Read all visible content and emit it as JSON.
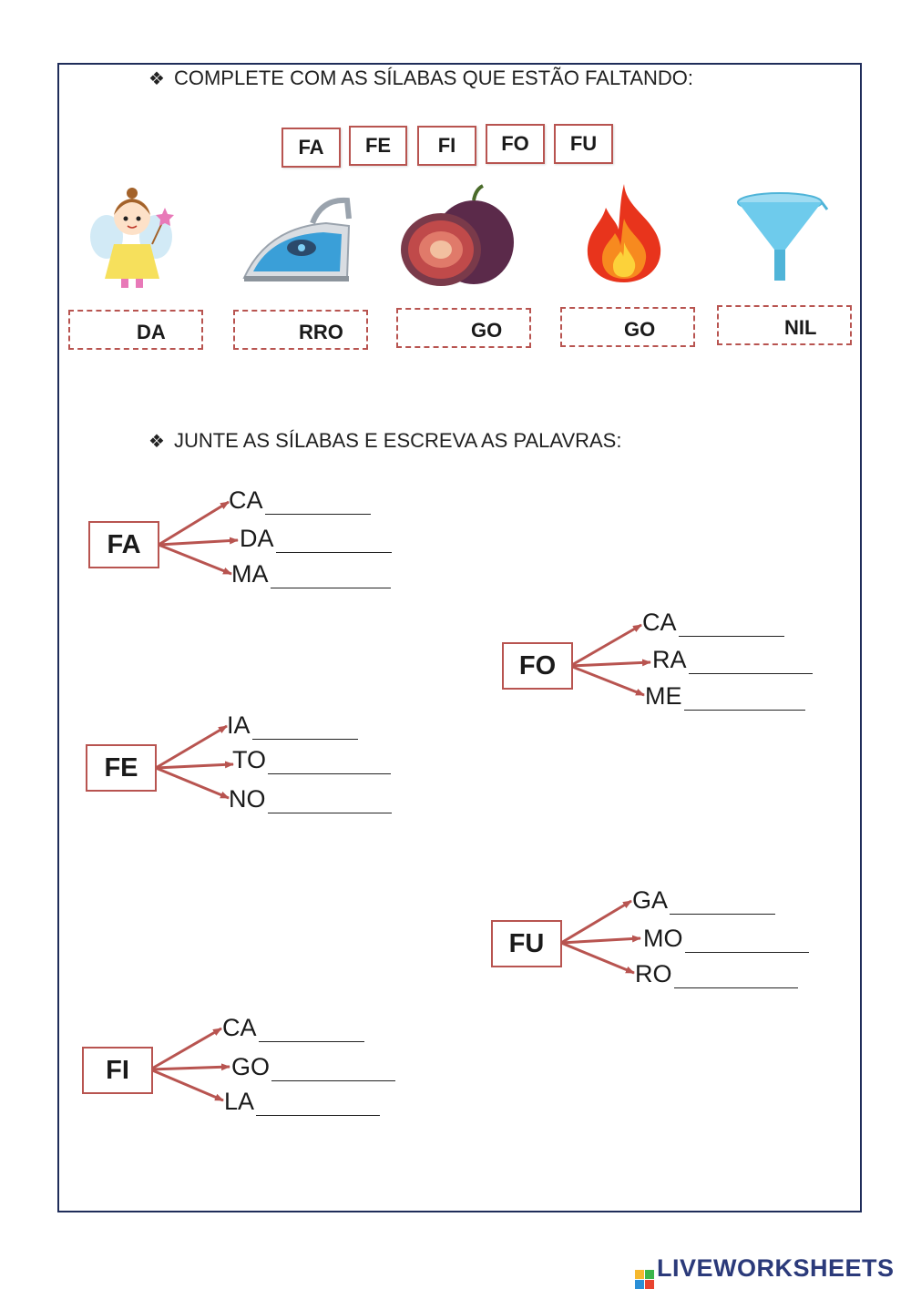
{
  "section1": {
    "bullet": "❖",
    "title": "COMPLETE COM AS SÍLABAS QUE ESTÃO FALTANDO:",
    "syllables": [
      "FA",
      "FE",
      "FI",
      "FO",
      "FU"
    ],
    "items": [
      {
        "icon": "fairy-icon",
        "suffix": "DA"
      },
      {
        "icon": "iron-icon",
        "suffix": "RRO"
      },
      {
        "icon": "fig-icon",
        "suffix": "GO"
      },
      {
        "icon": "fire-icon",
        "suffix": "GO"
      },
      {
        "icon": "funnel-icon",
        "suffix": "NIL"
      }
    ]
  },
  "section2": {
    "bullet": "❖",
    "title": "JUNTE AS SÍLABAS E ESCREVA AS PALAVRAS:",
    "groups": [
      {
        "head": "FA",
        "branches": [
          "CA",
          "DA",
          "MA"
        ]
      },
      {
        "head": "FO",
        "branches": [
          "CA",
          "RA",
          "ME"
        ]
      },
      {
        "head": "FE",
        "branches": [
          "IA",
          "TO",
          "NO"
        ]
      },
      {
        "head": "FU",
        "branches": [
          "GA",
          "MO",
          "RO"
        ]
      },
      {
        "head": "FI",
        "branches": [
          "CA",
          "GO",
          "LA"
        ]
      }
    ]
  },
  "footer": {
    "brand": "LIVEWORKSHEETS"
  },
  "colors": {
    "accent": "#b85450",
    "frame": "#1f2d5a",
    "brand": "#2b3a7a"
  }
}
